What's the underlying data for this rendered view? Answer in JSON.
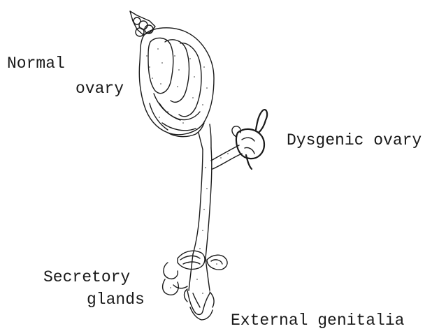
{
  "labels": {
    "normal_ovary_line1": "Normal",
    "normal_ovary_line2": "ovary",
    "dysgenic_ovary": "Dysgenic ovary",
    "secretory_glands_line1": "Secretory",
    "secretory_glands_line2": "glands",
    "external_genitalia": "External genitalia"
  }
}
